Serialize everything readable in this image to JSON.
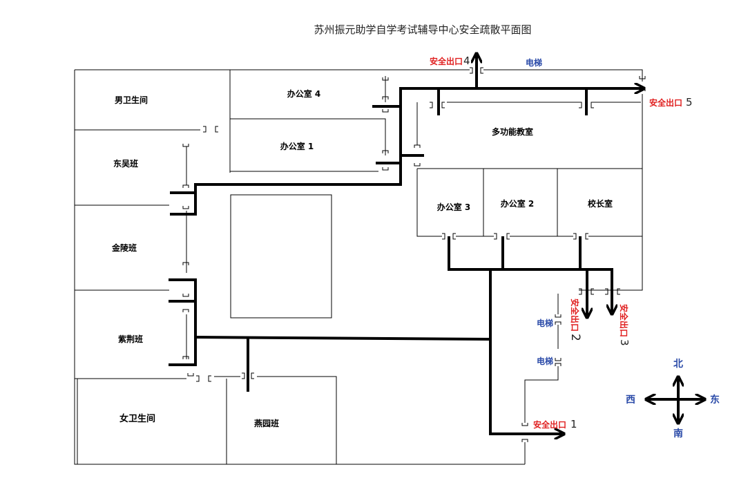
{
  "title": "苏州振元助学自学考试辅导中心安全疏散平面图",
  "rooms": {
    "mens_toilet": "男卫生间",
    "dongwu": "东吴班",
    "jinling": "金陵班",
    "zijing": "紫荆班",
    "womens_toilet": "女卫生间",
    "yanyuan": "燕园班",
    "office4": "办公室 4",
    "office1": "办公室 1",
    "multi": "多功能教室",
    "office3": "办公室 3",
    "office2": "办公室 2",
    "principal": "校长室"
  },
  "exits": {
    "exit1_label": "安全出口",
    "exit1_num": "1",
    "exit2_label": "安全出口",
    "exit2_num": "2",
    "exit3_label": "安全出口",
    "exit3_num": "3",
    "exit4_label": "安全出口",
    "exit4_num": "4",
    "exit5_label": "安全出口",
    "exit5_num": "5"
  },
  "elevators": {
    "top": "电梯",
    "right_upper": "电梯",
    "right_lower": "电梯"
  },
  "compass": {
    "north": "北",
    "south": "南",
    "east": "东",
    "west": "西"
  }
}
